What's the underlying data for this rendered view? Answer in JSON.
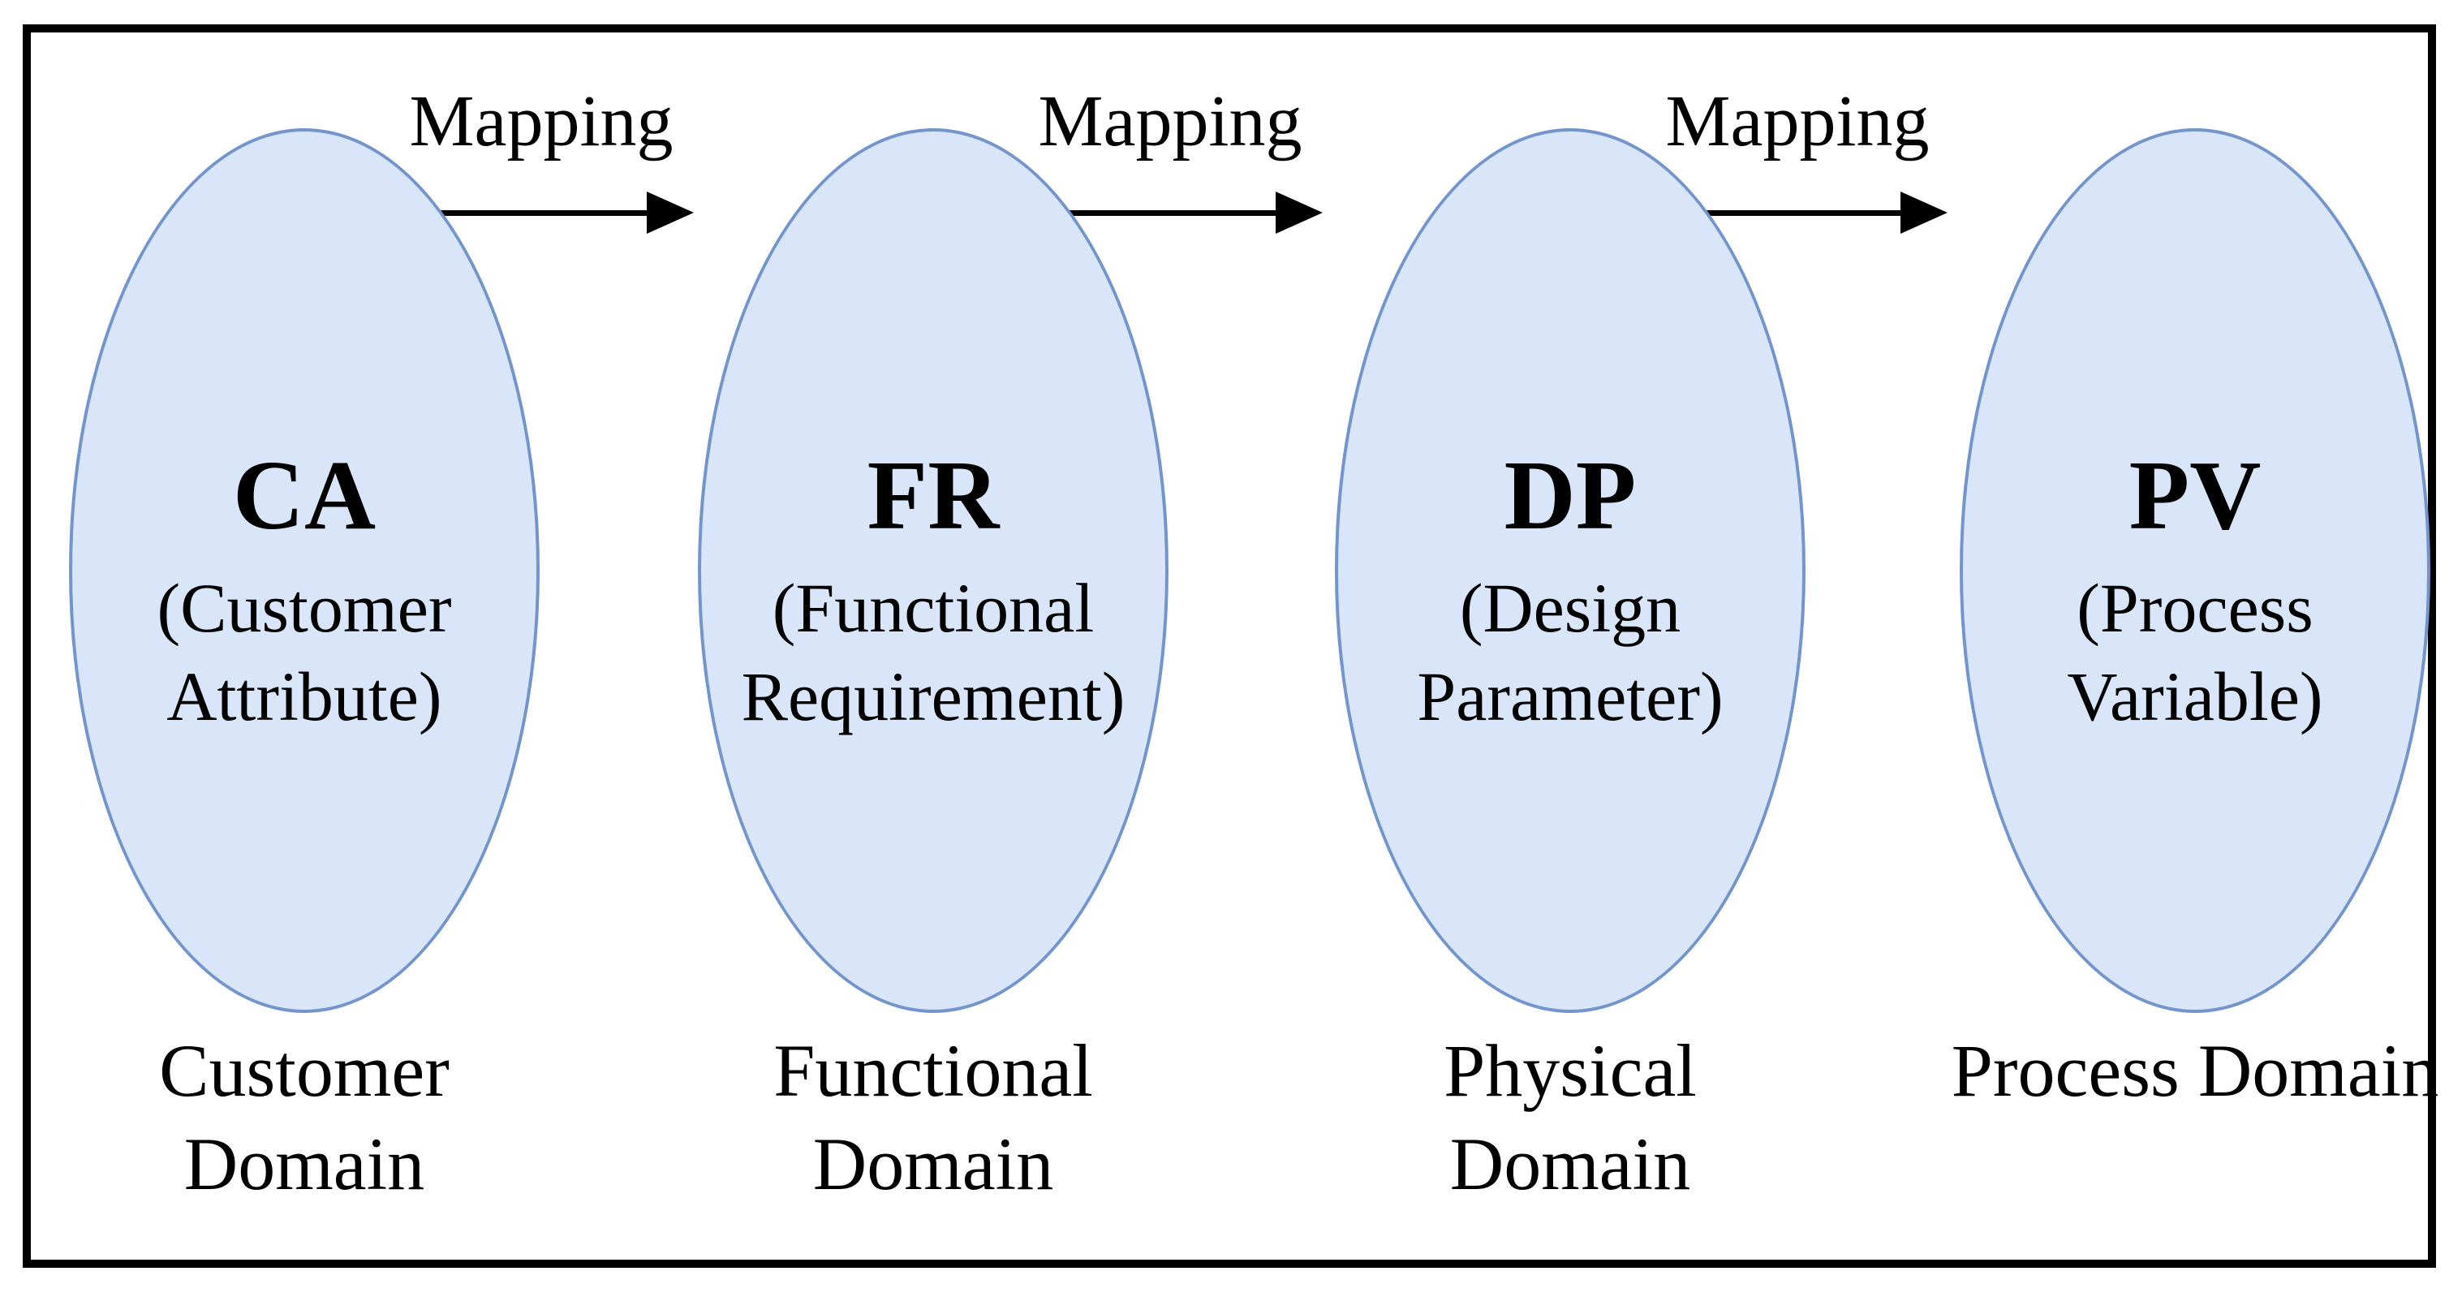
{
  "diagram": {
    "arrows": [
      {
        "label": "Mapping"
      },
      {
        "label": "Mapping"
      },
      {
        "label": "Mapping"
      }
    ],
    "domains": [
      {
        "acronym": "CA",
        "full_name": "(Customer Attribute)",
        "domain_label": "Customer Domain"
      },
      {
        "acronym": "FR",
        "full_name": "(Functional Requirement)",
        "domain_label": "Functional Domain"
      },
      {
        "acronym": "DP",
        "full_name": "(Design Parameter)",
        "domain_label": "Physical Domain"
      },
      {
        "acronym": "PV",
        "full_name": "(Process Variable)",
        "domain_label": "Process Domain"
      }
    ],
    "colors": {
      "background": "#ffffff",
      "frame_border": "#000000",
      "ellipse_fill": "#d9e5f8",
      "ellipse_stroke": "#7495cc",
      "arrow": "#000000",
      "text": "#000000"
    }
  }
}
